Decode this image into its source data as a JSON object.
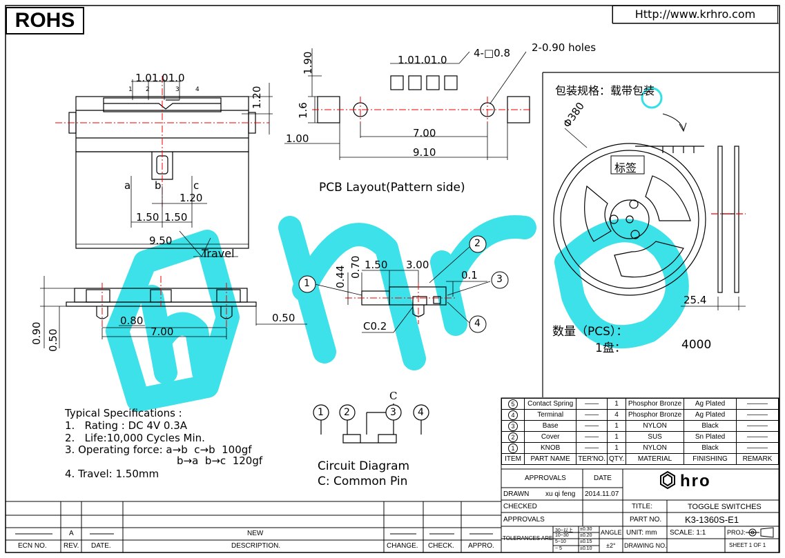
{
  "header": {
    "rohs": "ROHS",
    "url": "Http://www.krhro.com"
  },
  "top_view": {
    "dim_top": "1.01.01.0",
    "pin_numbers": [
      "1",
      "2",
      "3",
      "4"
    ],
    "dim_height": "1.20",
    "labels": [
      "a",
      "b",
      "c"
    ],
    "dim_120": "1.20",
    "dim_150_left": "1.50",
    "dim_150_right": "1.50",
    "dim_width": "9.50",
    "travel": "Travel"
  },
  "pcb_layout": {
    "dim_vertical_top": "1.90",
    "dim_vertical_mid": "1.6",
    "dim_pads": "1.01.01.0",
    "pads_note": "4-□0.8",
    "holes_note": "2-0.90 holes",
    "dim_left": "1.00",
    "dim_700": "7.00",
    "dim_910": "9.10",
    "title": "PCB Layout(Pattern side)"
  },
  "side_view": {
    "dim_090": "0.90",
    "dim_050": "0.50",
    "dim_080": "0.80",
    "dim_700": "7.00",
    "dim_050_right": "0.50"
  },
  "detail_view": {
    "dim_044": "0.44",
    "dim_070": "0.70",
    "dim_150": "1.50",
    "dim_300": "3.00",
    "dim_01": "0.1",
    "chamfer": "C0.2",
    "callouts": [
      "1",
      "2",
      "3",
      "4"
    ]
  },
  "packaging": {
    "title": "包装规格：载带包装",
    "diameter": "Φ380",
    "label": "标签",
    "width": "25.4",
    "qty_label": "数量（PCS）：",
    "reel_label": "1盘：",
    "qty_value": "4000"
  },
  "specs": {
    "title": "Typical Specifications :",
    "line1": "1.   Rating : DC 4V 0.3A",
    "line2": "2.   Life:10,000 Cycles Min.",
    "line3": "3. Operating force: a→b  c→b  100gf",
    "line3b": "b→a  b→c  120gf",
    "line4": "4. Travel: 1.50mm"
  },
  "circuit": {
    "c_label": "C",
    "pins": [
      "1",
      "2",
      "3",
      "4"
    ],
    "title": "Circuit  Diagram",
    "subtitle": "C: Common Pin"
  },
  "bom": {
    "rows": [
      {
        "item": "5",
        "part": "Contact Spring",
        "ter": "——",
        "qty": "1",
        "material": "Phosphor Bronze",
        "finishing": "Ag Plated",
        "remark": "———"
      },
      {
        "item": "4",
        "part": "Terminal",
        "ter": "——",
        "qty": "4",
        "material": "Phosphor Bronze",
        "finishing": "Ag Plated",
        "remark": "———"
      },
      {
        "item": "3",
        "part": "Base",
        "ter": "——",
        "qty": "1",
        "material": "NYLON",
        "finishing": "Black",
        "remark": "———"
      },
      {
        "item": "2",
        "part": "Cover",
        "ter": "——",
        "qty": "1",
        "material": "SUS",
        "finishing": "Sn Plated",
        "remark": "———"
      },
      {
        "item": "1",
        "part": "KNOB",
        "ter": "——",
        "qty": "1",
        "material": "NYLON",
        "finishing": "Black",
        "remark": "———"
      }
    ],
    "headers": {
      "item": "ITEM",
      "part": "PART NAME",
      "ter": "TER'NO.",
      "qty": "QTY.",
      "material": "MATERIAL",
      "finishing": "FINISHING",
      "remark": "REMARK"
    }
  },
  "title_block": {
    "approvals": "APPROVALS",
    "date": "DATE",
    "drawn": "DRAWN",
    "drawn_by": "xu qi feng",
    "drawn_date": "2014.11.07",
    "checked": "CHECKED",
    "approvals2": "APPROVALS",
    "title_label": "TITLE:",
    "title_value": "TOGGLE SWITCHES",
    "part_label": "PART NO.",
    "part_value": "K3-1360S-E1",
    "tolerances": "TOLERANCES ARE",
    "tol_ranges": [
      "30~以上",
      "10~30",
      "5~10",
      "~ 5"
    ],
    "tol_values": [
      "±0.30",
      "±0.20",
      "±0.15",
      "±0.10"
    ],
    "angle": "ANGLE",
    "angle_value": "±2°",
    "unit": "UNIT: mm",
    "scale": "SCALE:  1:1",
    "proj": "PROJ:",
    "drawing_no": "DRAWING NO.",
    "sheet": "SHEET  1 OF 1",
    "logo": "hro"
  },
  "revision": {
    "rev": "A",
    "new": "NEW",
    "ecn": "ECN NO.",
    "rev_h": "REV.",
    "date_h": "DATE.",
    "desc_h": "DESCRIPTION.",
    "change_h": "CHANGE.",
    "check_h": "CHECK.",
    "appro_h": "APPRO."
  }
}
